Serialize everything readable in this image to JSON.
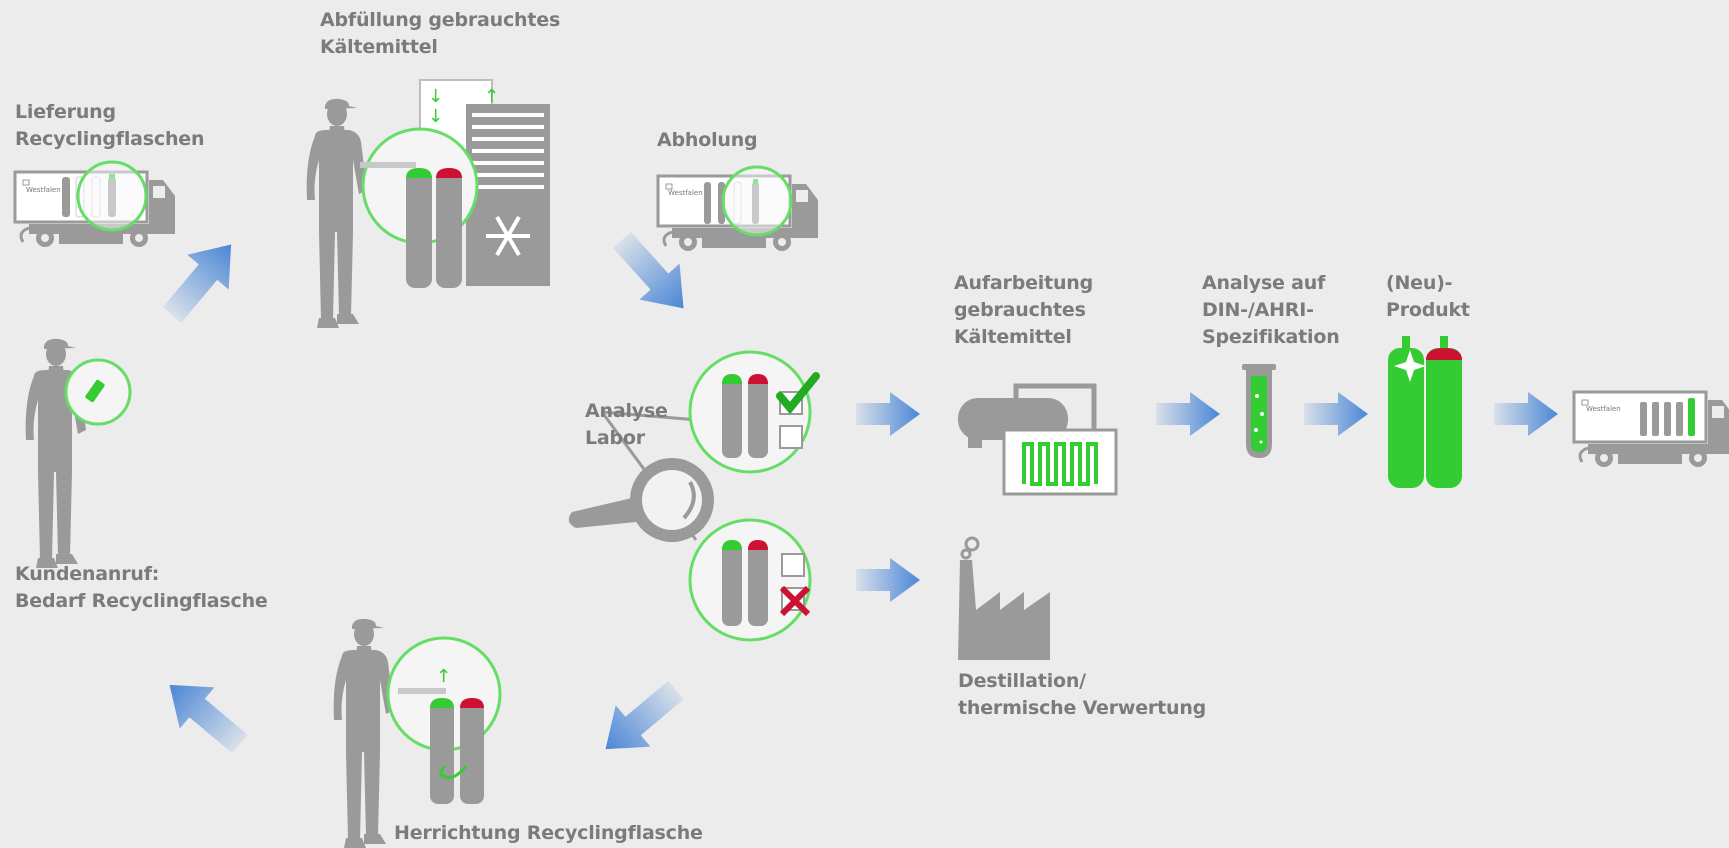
{
  "labels": {
    "lieferung": [
      "Lieferung",
      "Recyclingflaschen"
    ],
    "abfuellung": [
      "Abfüllung gebrauchtes",
      "Kältemittel"
    ],
    "abholung": [
      "Abholung"
    ],
    "kundenanruf": [
      "Kundenanruf:",
      "Bedarf Recyclingflasche"
    ],
    "analyse_labor": [
      "Analyse",
      "Labor"
    ],
    "aufarbeitung": [
      "Aufarbeitung",
      "gebrauchtes",
      "Kältemittel"
    ],
    "analyse_din": [
      "Analyse auf",
      "DIN-/AHRI-",
      "Spezifikation"
    ],
    "neu_produkt": [
      "(Neu)-",
      "Produkt"
    ],
    "destillation": [
      "Destillation/",
      "thermische Verwertung"
    ],
    "herrichtung": [
      "Herrichtung Recyclingflasche"
    ]
  },
  "truck_brand": "Westfalen",
  "colors": {
    "background": "#ececec",
    "grey": "#9a9a9a",
    "green": "#33cc33",
    "red": "#cc1133",
    "check_green": "#22aa22",
    "arrow_blue": "#4a86d6",
    "text": "#7b7b7b"
  }
}
